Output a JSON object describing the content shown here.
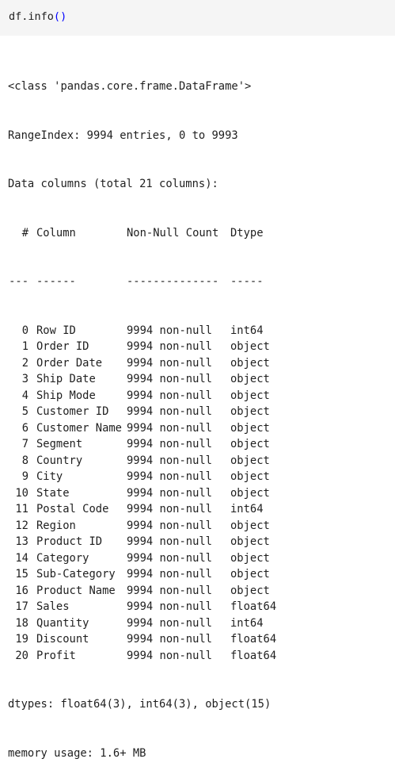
{
  "input_cell": {
    "object": "df",
    "method": "info",
    "open_paren": "(",
    "close_paren": ")"
  },
  "output": {
    "class_line": "<class 'pandas.core.frame.DataFrame'>",
    "range_index_line": "RangeIndex: 9994 entries, 0 to 9993",
    "data_columns_line": "Data columns (total 21 columns):",
    "headers": {
      "index": "#",
      "column": "Column",
      "non_null": "Non-Null Count",
      "dtype": "Dtype"
    },
    "separators": {
      "index": "---",
      "column": "------",
      "non_null": "--------------",
      "dtype": "-----"
    },
    "rows": [
      {
        "index": "0",
        "column": "Row ID",
        "non_null": "9994 non-null",
        "dtype": "int64"
      },
      {
        "index": "1",
        "column": "Order ID",
        "non_null": "9994 non-null",
        "dtype": "object"
      },
      {
        "index": "2",
        "column": "Order Date",
        "non_null": "9994 non-null",
        "dtype": "object"
      },
      {
        "index": "3",
        "column": "Ship Date",
        "non_null": "9994 non-null",
        "dtype": "object"
      },
      {
        "index": "4",
        "column": "Ship Mode",
        "non_null": "9994 non-null",
        "dtype": "object"
      },
      {
        "index": "5",
        "column": "Customer ID",
        "non_null": "9994 non-null",
        "dtype": "object"
      },
      {
        "index": "6",
        "column": "Customer Name",
        "non_null": "9994 non-null",
        "dtype": "object"
      },
      {
        "index": "7",
        "column": "Segment",
        "non_null": "9994 non-null",
        "dtype": "object"
      },
      {
        "index": "8",
        "column": "Country",
        "non_null": "9994 non-null",
        "dtype": "object"
      },
      {
        "index": "9",
        "column": "City",
        "non_null": "9994 non-null",
        "dtype": "object"
      },
      {
        "index": "10",
        "column": "State",
        "non_null": "9994 non-null",
        "dtype": "object"
      },
      {
        "index": "11",
        "column": "Postal Code",
        "non_null": "9994 non-null",
        "dtype": "int64"
      },
      {
        "index": "12",
        "column": "Region",
        "non_null": "9994 non-null",
        "dtype": "object"
      },
      {
        "index": "13",
        "column": "Product ID",
        "non_null": "9994 non-null",
        "dtype": "object"
      },
      {
        "index": "14",
        "column": "Category",
        "non_null": "9994 non-null",
        "dtype": "object"
      },
      {
        "index": "15",
        "column": "Sub-Category",
        "non_null": "9994 non-null",
        "dtype": "object"
      },
      {
        "index": "16",
        "column": "Product Name",
        "non_null": "9994 non-null",
        "dtype": "object"
      },
      {
        "index": "17",
        "column": "Sales",
        "non_null": "9994 non-null",
        "dtype": "float64"
      },
      {
        "index": "18",
        "column": "Quantity",
        "non_null": "9994 non-null",
        "dtype": "int64"
      },
      {
        "index": "19",
        "column": "Discount",
        "non_null": "9994 non-null",
        "dtype": "float64"
      },
      {
        "index": "20",
        "column": "Profit",
        "non_null": "9994 non-null",
        "dtype": "float64"
      }
    ],
    "dtypes_line": "dtypes: float64(3), int64(3), object(15)",
    "memory_line": "memory usage: 1.6+ MB"
  },
  "colors": {
    "input_background": "#f5f5f5",
    "paren": "#0000ff",
    "text": "#1f1f1f"
  }
}
